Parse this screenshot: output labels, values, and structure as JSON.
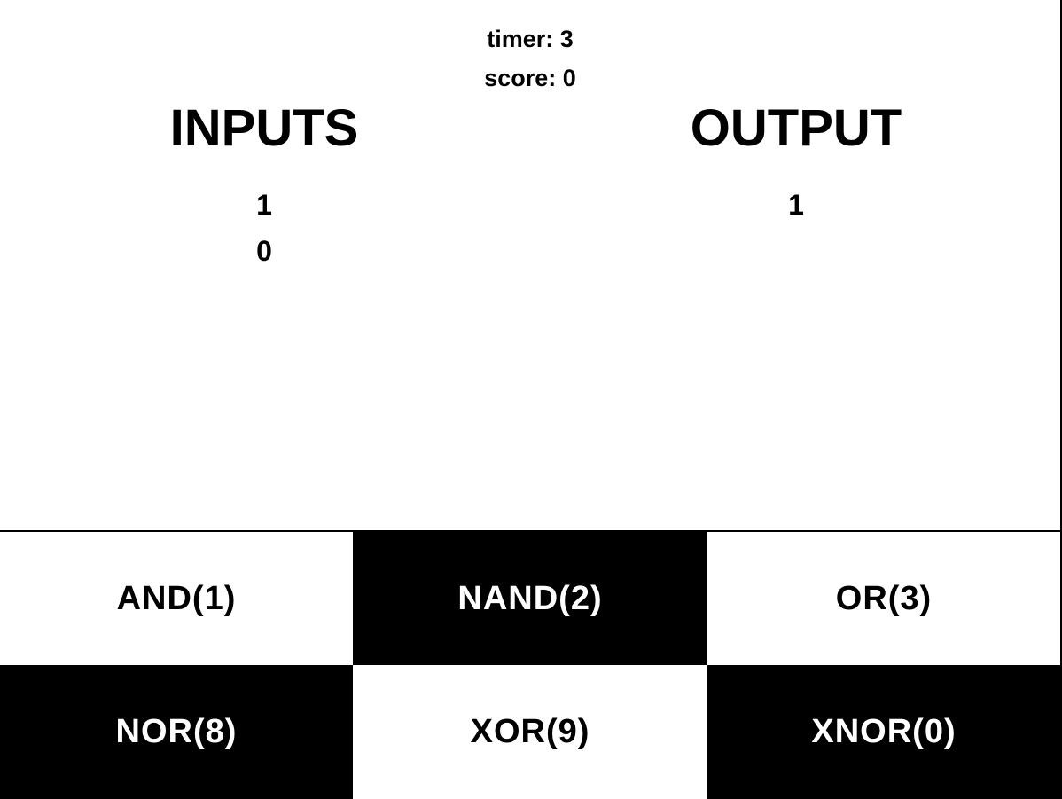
{
  "hud": {
    "timer_text": "timer: 3",
    "score_text": "score: 0"
  },
  "inputs": {
    "title": "INPUTS",
    "values": [
      "1",
      "0"
    ]
  },
  "output": {
    "title": "OUTPUT",
    "values": [
      "1"
    ]
  },
  "gates": [
    {
      "label": "AND(1)",
      "style": "light"
    },
    {
      "label": "NAND(2)",
      "style": "dark"
    },
    {
      "label": "OR(3)",
      "style": "light"
    },
    {
      "label": "NOR(8)",
      "style": "dark"
    },
    {
      "label": "XOR(9)",
      "style": "light"
    },
    {
      "label": "XNOR(0)",
      "style": "dark"
    }
  ],
  "colors": {
    "background": "#ffffff",
    "foreground": "#000000"
  }
}
